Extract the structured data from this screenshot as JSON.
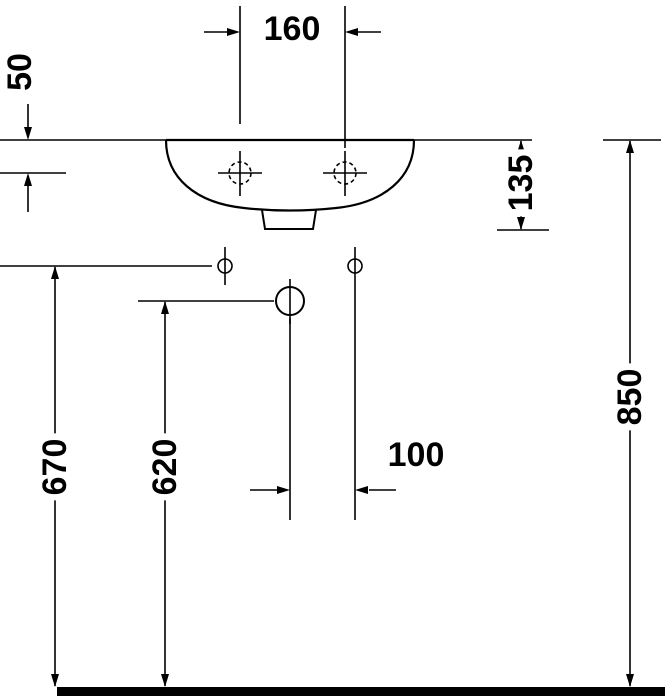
{
  "drawing": {
    "background_color": "#ffffff",
    "line_color": "#000000",
    "labels": {
      "tap_spacing": "160",
      "rim_to_tap": "50",
      "rim_to_outlet_bottom": "135",
      "floor_to_fixing_holes": "670",
      "floor_to_drain": "620",
      "drain_to_fixing_hole": "100",
      "floor_to_rim": "850"
    }
  }
}
